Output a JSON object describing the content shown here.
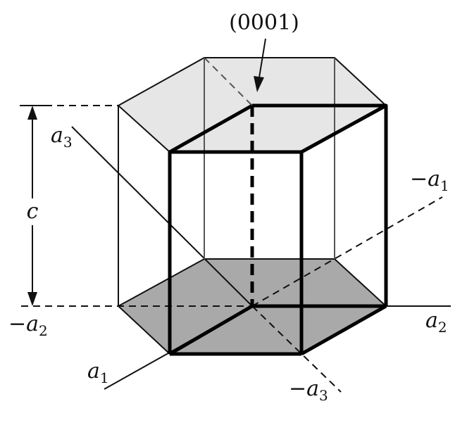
{
  "diagram": {
    "plane_label": "(0001)",
    "c_label": "c",
    "axes": {
      "a1": {
        "sign": "",
        "letter": "a",
        "index": "1"
      },
      "neg_a1": {
        "sign": "−",
        "letter": "a",
        "index": "1"
      },
      "a2": {
        "sign": "",
        "letter": "a",
        "index": "2"
      },
      "neg_a2": {
        "sign": "−",
        "letter": "a",
        "index": "2"
      },
      "a3": {
        "sign": "",
        "letter": "a",
        "index": "3"
      },
      "neg_a3": {
        "sign": "−",
        "letter": "a",
        "index": "3"
      }
    },
    "colors": {
      "top_face": "#e6e6e6",
      "bottom_face": "#a9a9a9",
      "line": "#111111",
      "background": "#ffffff"
    }
  }
}
